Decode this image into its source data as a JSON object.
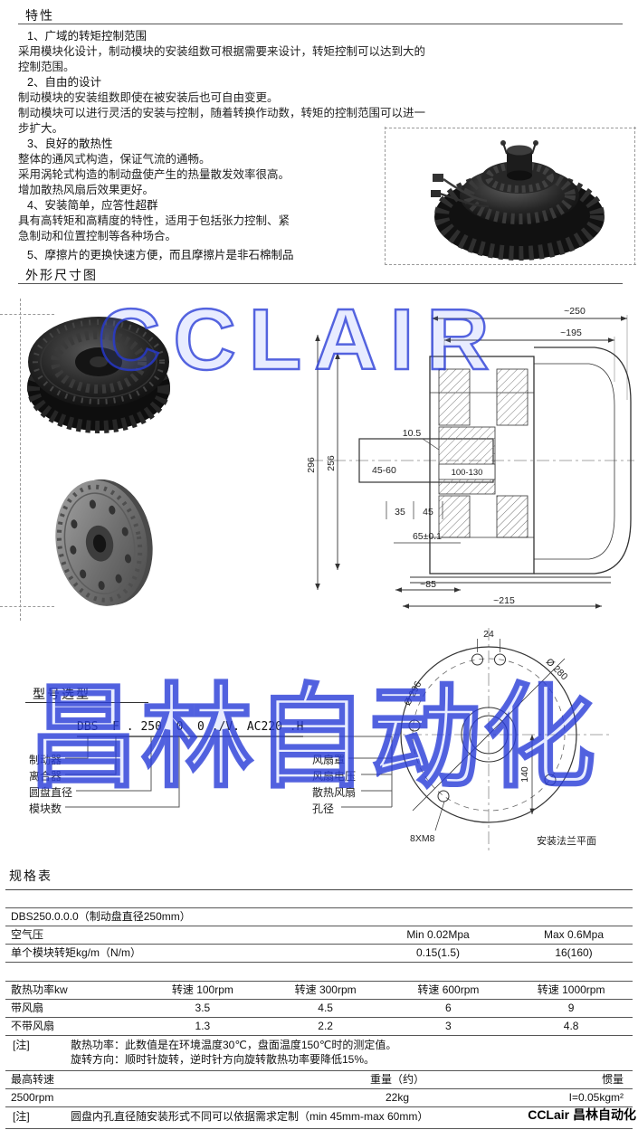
{
  "features": {
    "title": "特性",
    "items": [
      {
        "heading": "1、广域的转矩控制范围",
        "lines": [
          "采用模块化设计，制动模块的安装组数可根据需要来设计，转矩控制可以达到大的控制范围。"
        ]
      },
      {
        "heading": "2、自由的设计",
        "lines": [
          "制动模块的安装组数即使在被安装后也可自由变更。",
          "制动模块可以进行灵活的安装与控制，随着转换作动数，转矩的控制范围可以进一步扩大。"
        ]
      },
      {
        "heading": "3、良好的散热性",
        "lines": [
          "整体的通风式构造，保证气流的通畅。",
          "采用涡轮式构造的制动盘使产生的热量散发效率很高。",
          "增加散热风扇后效果更好。"
        ]
      },
      {
        "heading": "4、安装简单，应答性超群",
        "lines": [
          "具有高转矩和高精度的特性，适用于包括张力控制、紧",
          "急制动和位置控制等各种场合。"
        ]
      },
      {
        "heading": "5、摩擦片的更换快速方便，而且摩擦片是非石棉制品",
        "lines": []
      }
    ]
  },
  "outline": {
    "title": "外形尺寸图",
    "dims": {
      "w250": "~250",
      "w195": "~195",
      "d105": "10.5",
      "h296": "296",
      "h256": "256",
      "bore": "45-60",
      "hub": "100-130",
      "d35": "35",
      "d45": "45",
      "d65": "65±0.1",
      "w85": "~85",
      "w215": "~215"
    },
    "flange": {
      "d24": "24",
      "d296": "Ø 296",
      "d280": "Ø 280",
      "d140": "140",
      "holes": "8XM8",
      "caption": "安装法兰平面"
    }
  },
  "model": {
    "title": "型号选型",
    "code": "DBS  F . 250  0  0 ./V. AC220 .H",
    "left_labels": [
      "制动器",
      "离合器",
      "圆盘直径",
      "模块数"
    ],
    "right_labels": [
      "风扇罩",
      "风扇电压",
      "散热风扇",
      "孔径"
    ]
  },
  "specs": {
    "title": "规格表",
    "table1": {
      "title_row": "DBS250.0.0.0（制动盘直径250mm）",
      "rows": [
        {
          "label": "空气压",
          "min": "Min 0.02Mpa",
          "max": "Max 0.6Mpa"
        },
        {
          "label": "单个模块转矩kg/m（N/m）",
          "min": "0.15(1.5)",
          "max": "16(160)"
        }
      ]
    },
    "table2": {
      "headers": [
        "散热功率kw",
        "转速 100rpm",
        "转速 300rpm",
        "转速 600rpm",
        "转速 1000rpm"
      ],
      "rows": [
        {
          "label": "带风扇",
          "values": [
            "3.5",
            "4.5",
            "6",
            "9"
          ]
        },
        {
          "label": "不带风扇",
          "values": [
            "1.3",
            "2.2",
            "3",
            "4.8"
          ]
        }
      ]
    },
    "note1": {
      "tag": "[注]",
      "lines": [
        "散热功率：此数值是在环境温度30℃，盘面温度150℃时的测定值。",
        "旋转方向：顺时针旋转，逆时针方向旋转散热功率要降低15%。"
      ]
    },
    "table3": {
      "headers": [
        "最高转速",
        "重量（约）",
        "惯量"
      ],
      "row": [
        "2500rpm",
        "22kg",
        "I=0.05kgm²"
      ]
    },
    "note2": {
      "tag": "[注]",
      "text": "圆盘内孔直径随安装形式不同可以依据需求定制（min 45mm-max 60mm）"
    }
  },
  "watermark": {
    "top": "CCLAIR",
    "bottom": "昌林自动化"
  },
  "footer": {
    "brand": "CCLair 昌林自动化"
  }
}
